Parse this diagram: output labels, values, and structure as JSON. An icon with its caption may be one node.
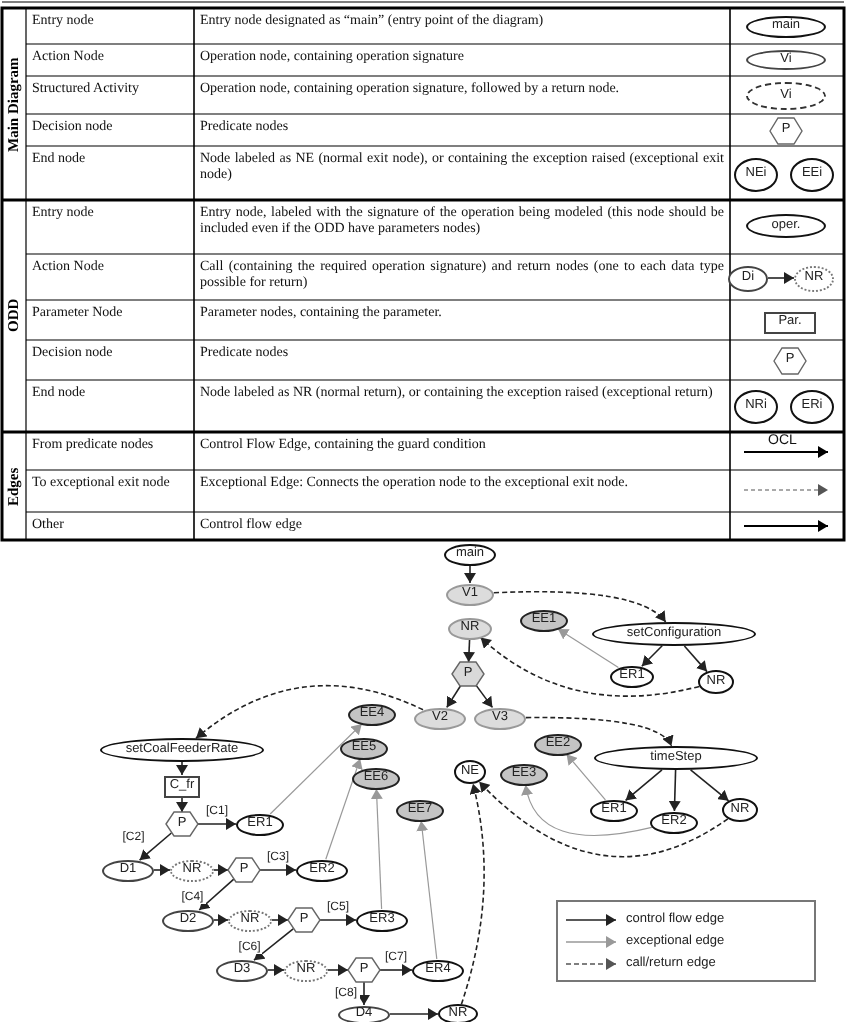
{
  "diagram": {
    "nodes": [
      {
        "text": [
          "main"
        ]
      },
      {
        "text": [
          "Vi"
        ]
      },
      {
        "text": [
          "Vi"
        ]
      },
      {
        "text": [
          "P"
        ]
      },
      {
        "text": [
          "NEi"
        ]
      },
      {
        "text": [
          "EEi"
        ]
      },
      {
        "text": [
          "oper."
        ]
      },
      {
        "text": [
          "Di"
        ]
      },
      {
        "text": [
          "NR"
        ]
      },
      {
        "text": [
          "Par."
        ]
      },
      {
        "text": [
          "P"
        ]
      },
      {
        "text": [
          "NRi"
        ]
      },
      {
        "text": [
          "ERi"
        ]
      },
      {
        "text": [
          "main"
        ]
      },
      {
        "text": [
          "V1"
        ]
      },
      {
        "text": [
          "NR"
        ]
      },
      {
        "text": [
          "EE1"
        ]
      },
      {
        "text": [
          "setConfiguration"
        ]
      },
      {
        "text": [
          "P"
        ]
      },
      {
        "text": [
          "ER1"
        ]
      },
      {
        "text": [
          "NR"
        ]
      },
      {
        "text": [
          "V2"
        ]
      },
      {
        "text": [
          "V3"
        ]
      },
      {
        "text": [
          "EE4"
        ]
      },
      {
        "text": [
          "EE5"
        ]
      },
      {
        "text": [
          "setCoalFeederRate"
        ]
      },
      {
        "text": [
          "EE6"
        ]
      },
      {
        "text": [
          "EE2"
        ]
      },
      {
        "text": [
          "timeStep"
        ]
      },
      {
        "text": [
          "NE"
        ]
      },
      {
        "text": [
          "EE3"
        ]
      },
      {
        "text": [
          "C_fr"
        ]
      },
      {
        "text": [
          "EE7"
        ]
      },
      {
        "text": [
          "P"
        ]
      },
      {
        "text": [
          "ER1"
        ]
      },
      {
        "text": [
          "ER1"
        ]
      },
      {
        "text": [
          "ER2"
        ]
      },
      {
        "text": [
          "NR"
        ]
      },
      {
        "text": [
          "D1"
        ]
      },
      {
        "text": [
          "NR"
        ]
      },
      {
        "text": [
          "P"
        ]
      },
      {
        "text": [
          "ER2"
        ]
      },
      {
        "text": [
          "D2"
        ]
      },
      {
        "text": [
          "NR"
        ]
      },
      {
        "text": [
          "P"
        ]
      },
      {
        "text": [
          "ER3"
        ]
      },
      {
        "text": [
          "D3"
        ]
      },
      {
        "text": [
          "NR"
        ]
      },
      {
        "text": [
          "P"
        ]
      },
      {
        "text": [
          "ER4"
        ]
      },
      {
        "text": [
          "D4"
        ]
      },
      {
        "text": [
          "NR"
        ]
      }
    ],
    "edges": [
      {
        "from": 7,
        "to": 8,
        "arrow": "to"
      },
      {
        "from": 13,
        "to": 14,
        "arrow": "to"
      },
      {
        "from": 14,
        "to": 17,
        "arrow": "to",
        "style": "dashed"
      },
      {
        "from": 17,
        "to": 19,
        "arrow": "to"
      },
      {
        "from": 17,
        "to": 20,
        "arrow": "to"
      },
      {
        "from": 19,
        "to": 16,
        "arrow": "to",
        "color": "#999999"
      },
      {
        "from": 20,
        "to": 15,
        "arrow": "to",
        "style": "dashed"
      },
      {
        "from": 15,
        "to": 18,
        "arrow": "to"
      },
      {
        "from": 18,
        "to": 21,
        "arrow": "to"
      },
      {
        "from": 18,
        "to": 22,
        "arrow": "to"
      },
      {
        "from": 21,
        "to": 25,
        "arrow": "to",
        "style": "dashed"
      },
      {
        "from": 22,
        "to": 28,
        "arrow": "to",
        "style": "dashed"
      },
      {
        "from": 25,
        "to": 31,
        "arrow": "to"
      },
      {
        "from": 31,
        "to": 33,
        "arrow": "to"
      },
      {
        "from": 33,
        "to": 34,
        "arrow": "to",
        "label": "[C1]"
      },
      {
        "from": 33,
        "to": 38,
        "arrow": "to",
        "label": "[C2]"
      },
      {
        "from": 38,
        "to": 39,
        "arrow": "to"
      },
      {
        "from": 39,
        "to": 40,
        "arrow": "to"
      },
      {
        "from": 40,
        "to": 41,
        "arrow": "to",
        "label": "[C3]"
      },
      {
        "from": 40,
        "to": 42,
        "arrow": "to",
        "label": "[C4]"
      },
      {
        "from": 42,
        "to": 43,
        "arrow": "to"
      },
      {
        "from": 43,
        "to": 44,
        "arrow": "to"
      },
      {
        "from": 44,
        "to": 45,
        "arrow": "to",
        "label": "[C5]"
      },
      {
        "from": 44,
        "to": 46,
        "arrow": "to",
        "label": "[C6]"
      },
      {
        "from": 46,
        "to": 47,
        "arrow": "to"
      },
      {
        "from": 47,
        "to": 48,
        "arrow": "to"
      },
      {
        "from": 48,
        "to": 49,
        "arrow": "to",
        "label": "[C7]"
      },
      {
        "from": 48,
        "to": 50,
        "arrow": "to",
        "label": "[C8]"
      },
      {
        "from": 50,
        "to": 51,
        "arrow": "to"
      },
      {
        "from": 34,
        "to": 23,
        "arrow": "to",
        "color": "#999999"
      },
      {
        "from": 41,
        "to": 24,
        "arrow": "to",
        "color": "#999999"
      },
      {
        "from": 45,
        "to": 26,
        "arrow": "to",
        "color": "#999999"
      },
      {
        "from": 49,
        "to": 32,
        "arrow": "to",
        "color": "#999999"
      },
      {
        "from": 51,
        "to": 29,
        "arrow": "to",
        "style": "dashed"
      },
      {
        "from": 28,
        "to": 35,
        "arrow": "to"
      },
      {
        "from": 28,
        "to": 36,
        "arrow": "to"
      },
      {
        "from": 28,
        "to": 37,
        "arrow": "to"
      },
      {
        "from": 35,
        "to": 27,
        "arrow": "to",
        "color": "#999999"
      },
      {
        "from": 36,
        "to": 30,
        "arrow": "to",
        "color": "#999999"
      },
      {
        "from": 37,
        "to": 29,
        "arrow": "to",
        "style": "dashed"
      }
    ],
    "labels": [
      "Main Diagram",
      "Entry node",
      "Entry node designated as “main” (entry point of the diagram)",
      "Action Node",
      "Operation node, containing operation signature",
      "Structured Activity",
      "Operation node, containing operation signature, followed by a return node.",
      "Decision node",
      "Predicate nodes",
      "End node",
      "Node labeled as NE (normal exit node), or containing the exception raised (exceptional exit node)",
      "ODD",
      "Entry node",
      "Entry node, labeled with the signature of the operation being modeled (this node should be included even if the ODD have parameters nodes)",
      "Action Node",
      "Call (containing the required operation signature) and return nodes (one to each data type possible for return)",
      "Parameter Node",
      "Parameter nodes, containing the parameter.",
      "Decision node",
      "Predicate nodes",
      "End node",
      "Node labeled as NR (normal return), or containing the exception raised (exceptional return)",
      "Edges",
      "From predicate nodes",
      "Control Flow Edge, containing the guard condition",
      "OCL",
      "To exceptional exit node",
      "Exceptional Edge: Connects the operation node to the exceptional exit node.",
      "Other",
      "Control flow edge"
    ],
    "legend": [
      {
        "text": "control flow edge"
      },
      {
        "text": "exceptional edge"
      },
      {
        "text": "call/return edge"
      }
    ]
  }
}
